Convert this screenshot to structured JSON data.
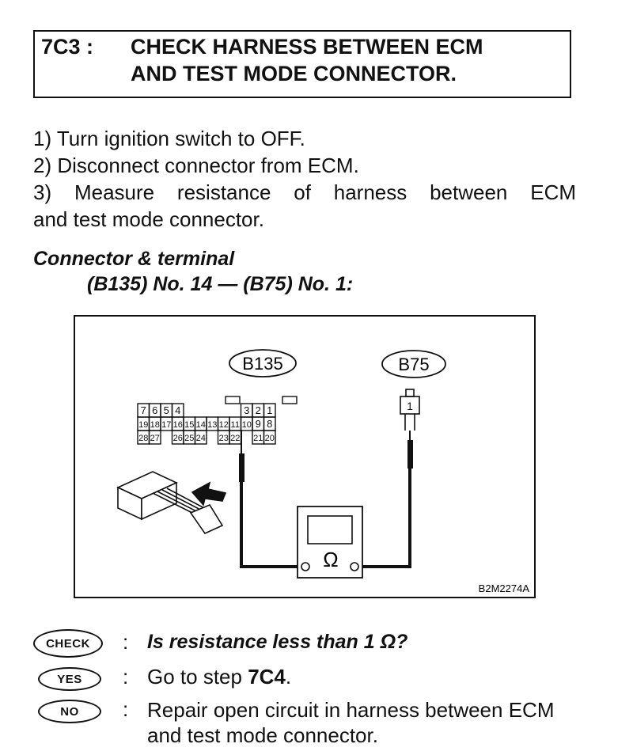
{
  "header": {
    "step_id": "7C3 :",
    "title_line1": "CHECK HARNESS BETWEEN ECM",
    "title_line2": "AND TEST MODE CONNECTOR."
  },
  "steps": [
    "1)  Turn ignition switch to OFF.",
    "2)  Disconnect connector from ECM.",
    "3)  Measure resistance of harness between ECM",
    "and test mode connector."
  ],
  "connector": {
    "title": "Connector & terminal",
    "spec": "(B135) No. 14 — (B75) No. 1:"
  },
  "diagram": {
    "connector1_label": "B135",
    "connector2_label": "B75",
    "b75_pin": "1",
    "meter_symbol": "Ω",
    "figure_code": "B2M2274A",
    "b135_row1_left": [
      "7",
      "6",
      "5",
      "4"
    ],
    "b135_row1_right": [
      "3",
      "2",
      "1"
    ],
    "b135_row2": [
      "19",
      "18",
      "17",
      "16",
      "15",
      "14",
      "13",
      "12",
      "11",
      "10",
      "9",
      "8"
    ],
    "b135_row3_a": [
      "28",
      "27"
    ],
    "b135_row3_b": [
      "26",
      "25",
      "24"
    ],
    "b135_row3_c": [
      "23",
      "22"
    ],
    "b135_row3_d": [
      "21",
      "20"
    ]
  },
  "results": {
    "check_badge": "CHECK",
    "check_question": "Is resistance less than 1 Ω?",
    "yes_badge": "YES",
    "yes_prefix": "Go to step ",
    "yes_step": "7C4",
    "yes_suffix": ".",
    "no_badge": "NO",
    "no_text": "Repair open circuit in harness between ECM and test mode connector.",
    "colon": ":"
  }
}
